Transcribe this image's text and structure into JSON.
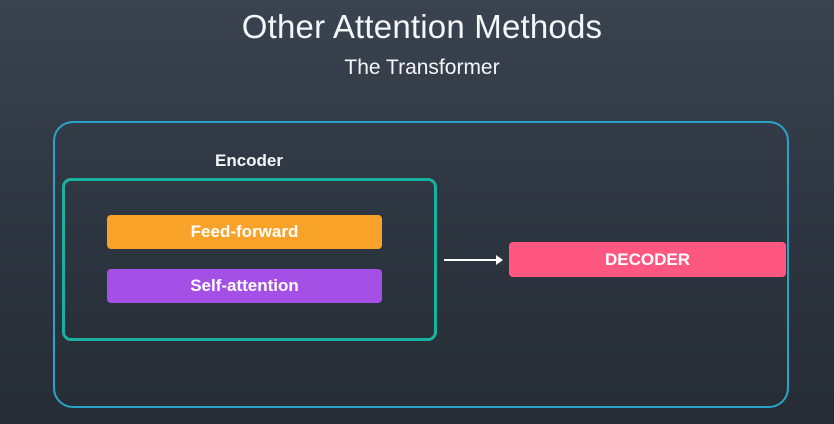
{
  "title": "Other Attention Methods",
  "subtitle": "The Transformer",
  "encoder": {
    "label": "Encoder",
    "layers": {
      "feed_forward": "Feed-forward",
      "self_attention": "Self-attention"
    }
  },
  "decoder": {
    "label": "DECODER"
  },
  "colors": {
    "outer_border": "#2aa3c9",
    "encoder_border": "#19b2a0",
    "feed_forward": "#f8a22a",
    "self_attention": "#a44fe6",
    "decoder": "#ff5780",
    "arrow": "#ffffff"
  },
  "icons": {
    "connector": "right-arrow-icon"
  }
}
